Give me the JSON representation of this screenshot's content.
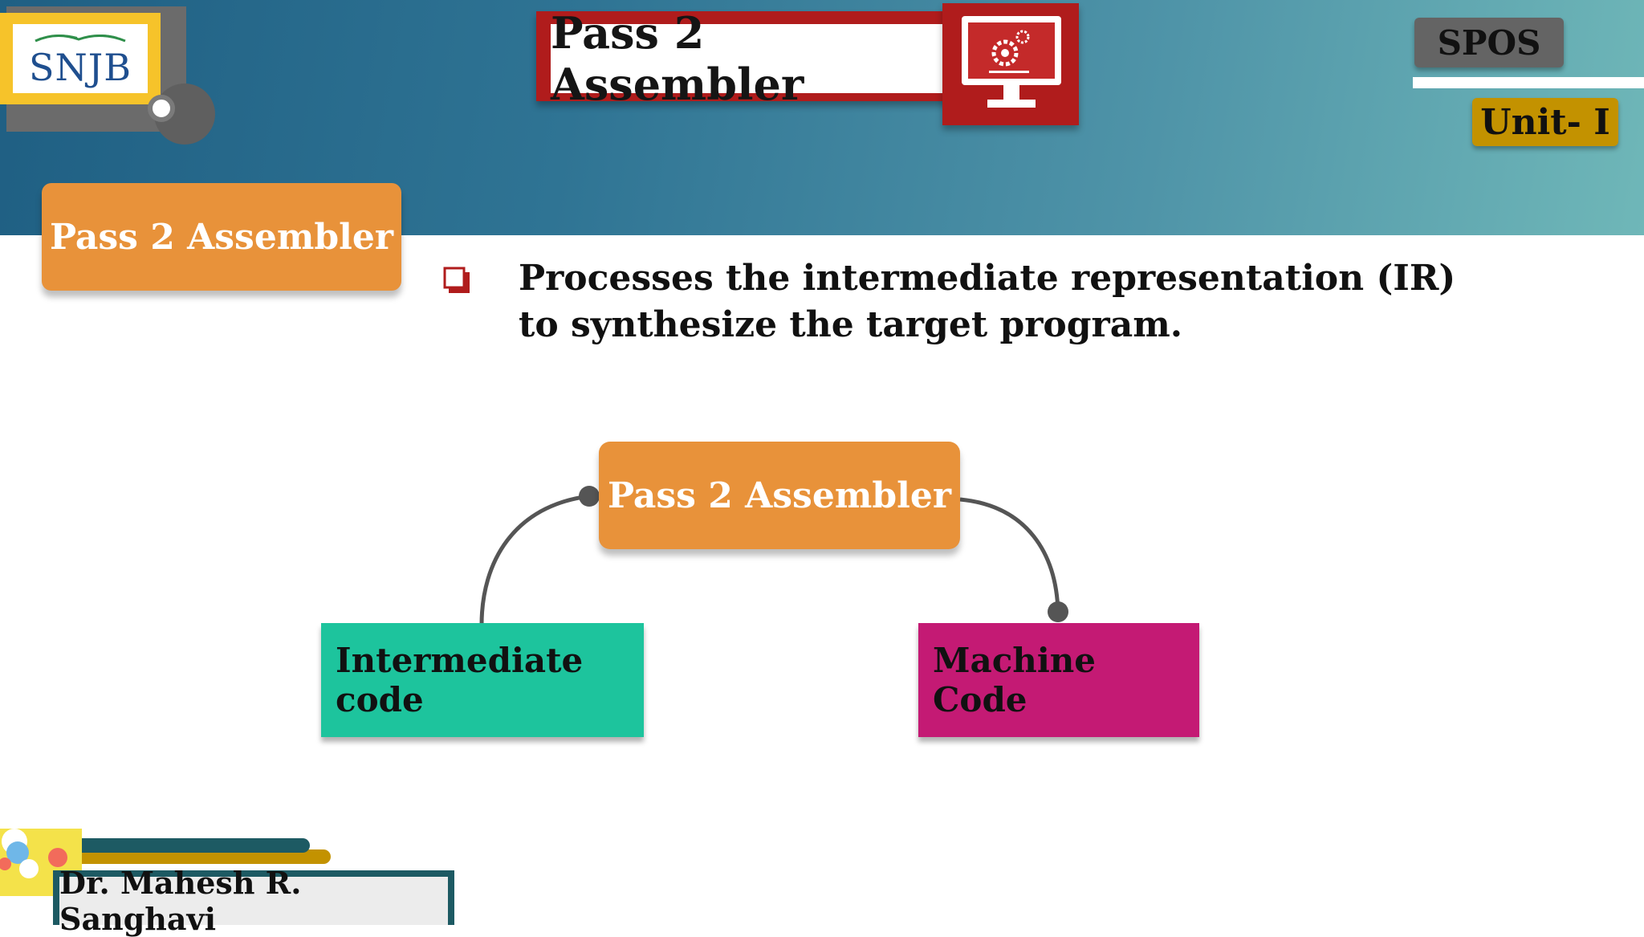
{
  "logo": {
    "text": "SNJB"
  },
  "header": {
    "title": "Pass 2 Assembler"
  },
  "badges": {
    "subject": "SPOS",
    "unit": "Unit- I"
  },
  "section_chip": {
    "label": "Pass 2 Assembler"
  },
  "bullet": {
    "text": "Processes the intermediate representation (IR) to synthesize the target program."
  },
  "diagram": {
    "center": "Pass 2 Assembler",
    "left": "Intermediate code",
    "right": "Machine Code"
  },
  "footer": {
    "presenter": "Dr. Mahesh R. Sanghavi"
  },
  "colors": {
    "orange": "#e8923a",
    "teal": "#1dc49d",
    "magenta": "#c41a74",
    "red": "#b01c1c",
    "gold": "#c39200"
  }
}
